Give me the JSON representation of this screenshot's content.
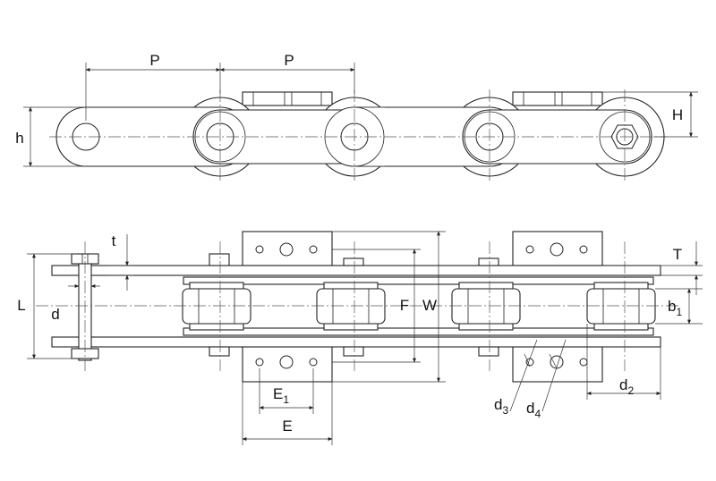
{
  "labels": {
    "pitch_1": "P",
    "pitch_2": "P",
    "h": "h",
    "H": "H",
    "t": "t",
    "T": "T",
    "L": "L",
    "d": "d",
    "F": "F",
    "W": "W",
    "b": "b",
    "b_sub": "1",
    "E1": "E",
    "E1_sub": "1",
    "E": "E",
    "d2": "d",
    "d2_sub": "2",
    "d3": "d",
    "d3_sub": "3",
    "d4": "d",
    "d4_sub": "4"
  }
}
